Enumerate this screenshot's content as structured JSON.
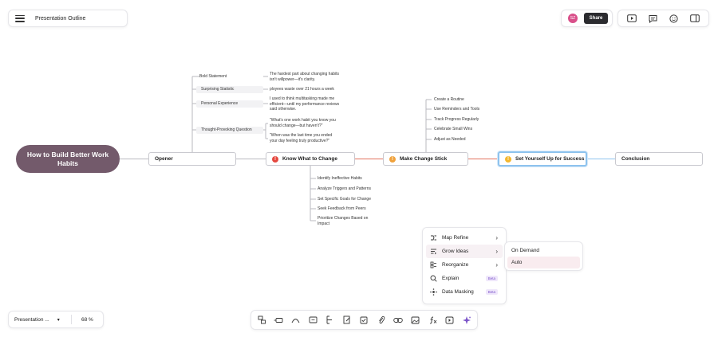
{
  "header": {
    "doc_title": "Presentation Outline",
    "avatar_initials": "SZ",
    "share_label": "Share",
    "tools": [
      "play-icon",
      "comment-icon",
      "emoji-icon",
      "panel-icon"
    ]
  },
  "mindmap": {
    "root": "How to Build Better Work Habits",
    "branches": [
      {
        "label": "Opener"
      },
      {
        "label": "Know What to Change",
        "warn": true
      },
      {
        "label": "Make Change Stick",
        "warn": true
      },
      {
        "label": "Set Yourself Up for Success",
        "warn": true
      },
      {
        "label": "Conclusion"
      }
    ],
    "opener_children": [
      {
        "label": "Bold Statement",
        "note": "The hardest part about changing habits isn't willpower—it's clarity."
      },
      {
        "label": "Surprising Statistic",
        "note": "ployees waste over 21 hours a week"
      },
      {
        "label": "Personal Experience",
        "note": "I used to think multitasking made me efficient—until my performance reviews said otherwise."
      },
      {
        "label": "Thought-Provoking Question",
        "notes": [
          "\"What's one work habit you know you should change—but haven't?\"",
          "\"When was the last time you ended your day feeling truly productive?\""
        ]
      }
    ],
    "know_children": [
      "Identify Ineffective Habits",
      "Analyze Triggers and Patterns",
      "Set Specific Goals for Change",
      "Seek Feedback from Peers",
      "Prioritize Changes Based on Impact"
    ],
    "stick_children": [
      "Create a Routine",
      "Use Reminders and Tools",
      "Track Progress Regularly",
      "Celebrate Small Wins",
      "Adjust as Needed"
    ]
  },
  "context_menu": {
    "items": [
      {
        "label": "Map Refine",
        "icon": "map-refine-icon",
        "arrow": true
      },
      {
        "label": "Grow Ideas",
        "icon": "grow-ideas-icon",
        "arrow": true
      },
      {
        "label": "Reorganize",
        "icon": "reorganize-icon",
        "arrow": true
      },
      {
        "label": "Explain",
        "icon": "explain-icon",
        "badge": "Beta"
      },
      {
        "label": "Data Masking",
        "icon": "data-masking-icon",
        "badge": "Beta"
      }
    ],
    "submenu": [
      "On Demand",
      "Auto"
    ]
  },
  "footer": {
    "template_label": "Presentation ...",
    "zoom": "68 %"
  },
  "colors": {
    "root_fill": "#735a6b",
    "link_gray": "#b9b9bf",
    "link_red": "#e3725f",
    "link_blue": "#8ec3ee",
    "warn_red": "#e5483f",
    "warn_orange": "#f0a23c",
    "warn_yellow": "#f3b72f"
  }
}
